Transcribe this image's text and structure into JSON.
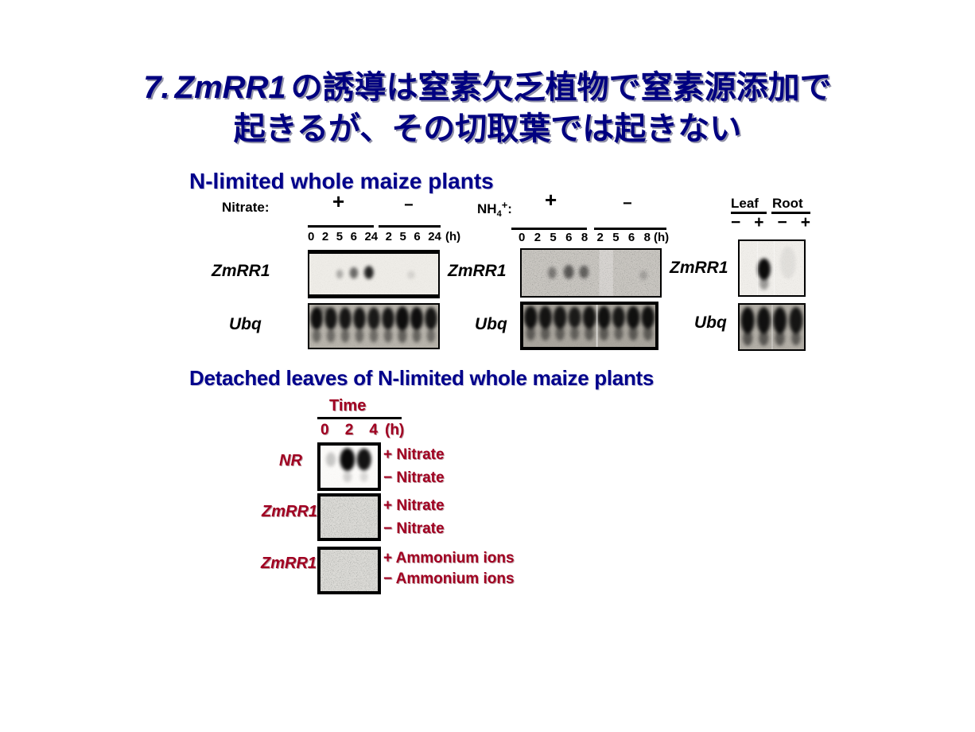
{
  "title": {
    "number": "7.",
    "gene": "ZmRR1",
    "line1_rest": "の誘導は窒素欠乏植物で窒素源添加で",
    "line2": "起きるが、その切取葉では起きない"
  },
  "sections": {
    "top_heading": "N-limited whole maize plants",
    "bottom_heading": "Detached leaves of N-limited whole maize plants"
  },
  "top_figure": {
    "nitrate": {
      "label": "Nitrate:",
      "plus": "+",
      "minus": "−",
      "timepoints": [
        "0",
        "2",
        "5",
        "6",
        "24",
        "2",
        "5",
        "6",
        "24"
      ],
      "unit": "(h)",
      "probe_zmrr1": "ZmRR1",
      "probe_ubq": "Ubq"
    },
    "ammonium": {
      "label_base": "NH",
      "label_sub": "4",
      "label_sup": "+",
      "label_colon": ":",
      "plus": "+",
      "minus": "−",
      "timepoints": [
        "0",
        "2",
        "5",
        "6",
        "8",
        "2",
        "5",
        "6",
        "8"
      ],
      "unit": "(h)",
      "probe_zmrr1": "ZmRR1",
      "probe_ubq": "Ubq"
    },
    "leaf_root": {
      "col_leaf": "Leaf",
      "col_root": "Root",
      "signs": [
        "−",
        "+",
        "−",
        "+"
      ],
      "probe_zmrr1": "ZmRR1",
      "probe_ubq": "Ubq"
    }
  },
  "bottom_figure": {
    "time_label": "Time",
    "timepoints": [
      "0",
      "2",
      "4"
    ],
    "unit": "(h)",
    "rows": [
      {
        "probe": "NR",
        "plus_label": "+ Nitrate",
        "minus_label": "− Nitrate"
      },
      {
        "probe": "ZmRR1",
        "plus_label": "+ Nitrate",
        "minus_label": "− Nitrate"
      },
      {
        "probe": "ZmRR1",
        "plus_label": "+ Ammonium ions",
        "minus_label": "− Ammonium ions"
      }
    ]
  },
  "colors": {
    "title_blue": "#000080",
    "heading_blue": "#00008B",
    "dark_red": "#A00021",
    "band_black": "#050505"
  },
  "blots": {
    "zmrr1_nitrate": {
      "bg": "#eeece7",
      "noise": 0.1,
      "ellipses": [
        [
          0.235,
          0.5,
          0.026,
          0.11,
          0.28
        ],
        [
          0.345,
          0.47,
          0.032,
          0.14,
          0.55
        ],
        [
          0.462,
          0.46,
          0.036,
          0.16,
          0.85
        ],
        [
          0.79,
          0.52,
          0.03,
          0.1,
          0.1
        ]
      ]
    },
    "ubq_nitrate": {
      "bg": "#b7b3ab",
      "noise": 0.15,
      "ellipses": [
        [
          0.1,
          0.12,
          0.06,
          0.1,
          0.25
        ],
        [
          0.056,
          0.32,
          0.048,
          0.26,
          0.92
        ],
        [
          0.167,
          0.32,
          0.048,
          0.26,
          0.88
        ],
        [
          0.278,
          0.32,
          0.048,
          0.26,
          0.88
        ],
        [
          0.389,
          0.32,
          0.048,
          0.26,
          0.88
        ],
        [
          0.5,
          0.32,
          0.048,
          0.26,
          0.86
        ],
        [
          0.611,
          0.32,
          0.048,
          0.26,
          0.88
        ],
        [
          0.722,
          0.32,
          0.052,
          0.28,
          0.92
        ],
        [
          0.833,
          0.32,
          0.05,
          0.27,
          0.92
        ],
        [
          0.944,
          0.32,
          0.048,
          0.26,
          0.88
        ],
        [
          0.056,
          0.72,
          0.032,
          0.16,
          0.42
        ],
        [
          0.167,
          0.72,
          0.032,
          0.16,
          0.4
        ],
        [
          0.278,
          0.72,
          0.032,
          0.16,
          0.42
        ],
        [
          0.389,
          0.72,
          0.032,
          0.16,
          0.42
        ],
        [
          0.5,
          0.72,
          0.032,
          0.16,
          0.4
        ],
        [
          0.611,
          0.72,
          0.032,
          0.16,
          0.42
        ],
        [
          0.722,
          0.72,
          0.034,
          0.17,
          0.46
        ],
        [
          0.833,
          0.72,
          0.032,
          0.16,
          0.44
        ],
        [
          0.944,
          0.72,
          0.032,
          0.16,
          0.4
        ]
      ]
    },
    "zmrr1_ammonium": {
      "bg": "#c8c5c0",
      "noise": 0.5,
      "ellipses": [
        [
          0.22,
          0.5,
          0.03,
          0.13,
          0.38
        ],
        [
          0.34,
          0.48,
          0.036,
          0.15,
          0.55
        ],
        [
          0.45,
          0.48,
          0.034,
          0.14,
          0.5
        ],
        [
          0.88,
          0.55,
          0.028,
          0.1,
          0.18
        ]
      ],
      "seams": [
        [
          0.56,
          0.1,
          0.25
        ]
      ]
    },
    "ubq_ammonium": {
      "bg": "#a8a49c",
      "noise": 0.18,
      "ellipses": [
        [
          0.056,
          0.3,
          0.05,
          0.27,
          0.9
        ],
        [
          0.167,
          0.3,
          0.05,
          0.27,
          0.88
        ],
        [
          0.278,
          0.3,
          0.05,
          0.27,
          0.86
        ],
        [
          0.389,
          0.3,
          0.048,
          0.25,
          0.84
        ],
        [
          0.5,
          0.3,
          0.05,
          0.27,
          0.88
        ],
        [
          0.611,
          0.3,
          0.05,
          0.27,
          0.9
        ],
        [
          0.722,
          0.3,
          0.048,
          0.26,
          0.86
        ],
        [
          0.833,
          0.3,
          0.05,
          0.27,
          0.9
        ],
        [
          0.944,
          0.3,
          0.05,
          0.27,
          0.9
        ],
        [
          0.056,
          0.68,
          0.034,
          0.17,
          0.45
        ],
        [
          0.167,
          0.68,
          0.034,
          0.17,
          0.44
        ],
        [
          0.278,
          0.68,
          0.034,
          0.17,
          0.44
        ],
        [
          0.389,
          0.68,
          0.032,
          0.16,
          0.42
        ],
        [
          0.5,
          0.68,
          0.034,
          0.17,
          0.44
        ],
        [
          0.611,
          0.68,
          0.034,
          0.17,
          0.46
        ],
        [
          0.722,
          0.68,
          0.032,
          0.16,
          0.42
        ],
        [
          0.833,
          0.68,
          0.034,
          0.17,
          0.46
        ],
        [
          0.944,
          0.68,
          0.034,
          0.17,
          0.45
        ]
      ],
      "seams": [
        [
          0.552,
          0.012,
          0.55
        ]
      ]
    },
    "zmrr1_leafroot": {
      "bg": "#f0eeea",
      "noise": 0.12,
      "ellipses": [
        [
          0.38,
          0.52,
          0.1,
          0.2,
          0.95
        ],
        [
          0.38,
          0.78,
          0.07,
          0.12,
          0.35
        ],
        [
          0.75,
          0.4,
          0.12,
          0.3,
          0.06
        ]
      ],
      "seams": [
        [
          0.27,
          0.01,
          0.45
        ],
        [
          0.53,
          0.01,
          0.45
        ]
      ]
    },
    "ubq_leafroot": {
      "bg": "#b2aea6",
      "noise": 0.15,
      "ellipses": [
        [
          0.125,
          0.35,
          0.105,
          0.3,
          0.92
        ],
        [
          0.375,
          0.35,
          0.105,
          0.3,
          0.9
        ],
        [
          0.625,
          0.35,
          0.105,
          0.3,
          0.9
        ],
        [
          0.875,
          0.35,
          0.105,
          0.3,
          0.88
        ],
        [
          0.125,
          0.75,
          0.075,
          0.17,
          0.52
        ],
        [
          0.375,
          0.75,
          0.075,
          0.17,
          0.5
        ],
        [
          0.625,
          0.75,
          0.075,
          0.17,
          0.5
        ],
        [
          0.875,
          0.75,
          0.07,
          0.16,
          0.48
        ]
      ],
      "seams": [
        [
          0.5,
          0.01,
          0.5
        ]
      ]
    },
    "nr_detached": {
      "bg": "#fbfaf8",
      "noise": 0.05,
      "ellipses": [
        [
          0.18,
          0.33,
          0.085,
          0.17,
          0.2
        ],
        [
          0.47,
          0.33,
          0.13,
          0.27,
          0.96
        ],
        [
          0.76,
          0.33,
          0.125,
          0.26,
          0.92
        ],
        [
          0.47,
          0.74,
          0.075,
          0.13,
          0.16
        ],
        [
          0.76,
          0.74,
          0.07,
          0.12,
          0.13
        ]
      ]
    },
    "zmrr1_detached_nitrate": {
      "bg": "#dad9d5",
      "noise": 0.55,
      "ellipses": []
    },
    "zmrr1_detached_ammonium": {
      "bg": "#dad9d5",
      "noise": 0.55,
      "ellipses": []
    }
  }
}
